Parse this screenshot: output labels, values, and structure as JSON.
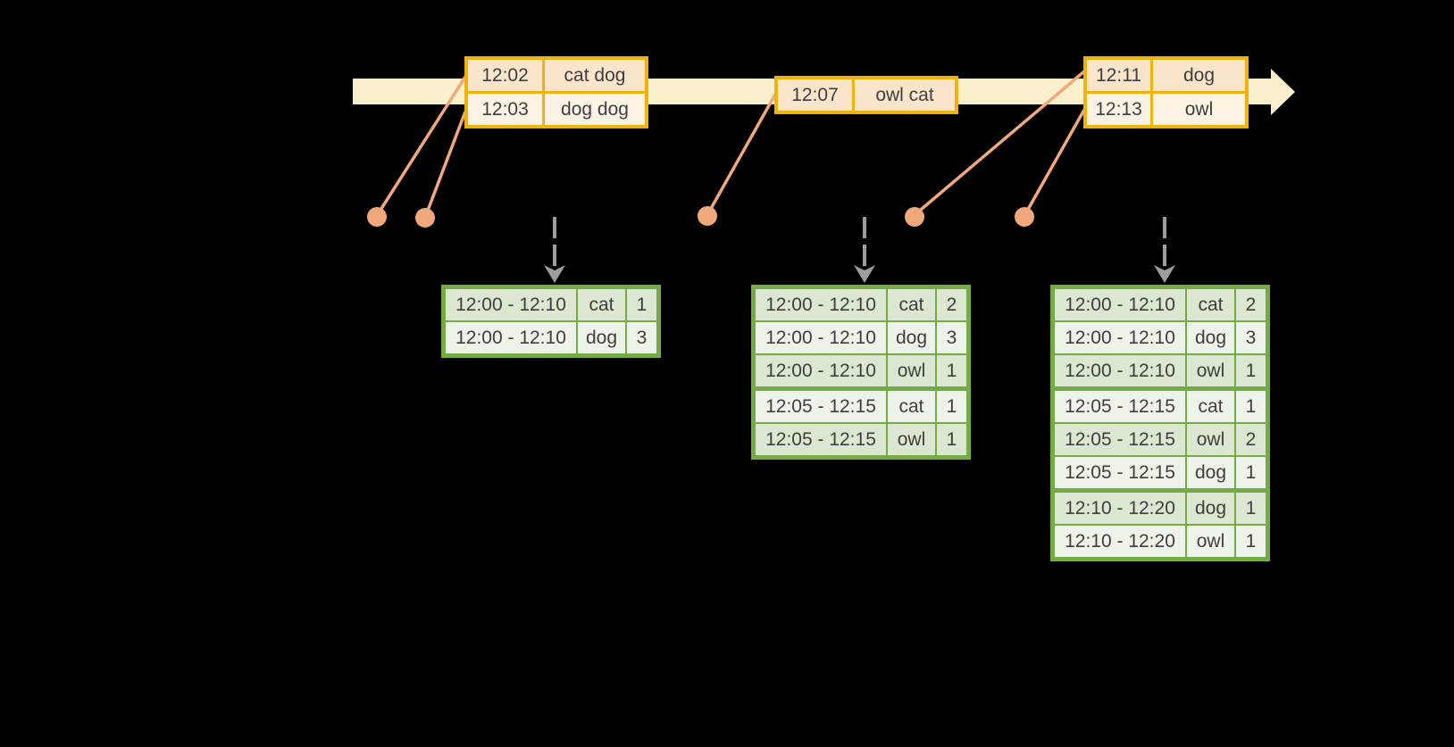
{
  "background": "#000000",
  "colors": {
    "background": "#000000",
    "timeline_band": "#fbf0ce",
    "event_border": "#f0b30e",
    "event_row_dark": "#fae5cb",
    "event_row_light": "#fdf3e4",
    "connector": "#f1a97c",
    "trigger_arrow": "#9e9e9e",
    "result_border": "#74ab44",
    "result_row_dark": "#dbe7d1",
    "result_row_light": "#eef3ea",
    "text": "#3e3e3e"
  },
  "icons": {
    "timeline_arrowhead": "right-arrow",
    "trigger_arrowhead": "down-chevron",
    "event_time_dot": "filled-circle"
  },
  "timeline_events": [
    {
      "rows": [
        {
          "time": "12:02",
          "words": "cat dog"
        },
        {
          "time": "12:03",
          "words": "dog dog"
        }
      ]
    },
    {
      "rows": [
        {
          "time": "12:07",
          "words": "owl cat"
        }
      ]
    },
    {
      "rows": [
        {
          "time": "12:11",
          "words": "dog"
        },
        {
          "time": "12:13",
          "words": "owl"
        }
      ]
    }
  ],
  "result_tables": [
    {
      "rows": [
        {
          "window": "12:00 - 12:10",
          "word": "cat",
          "count": "1"
        },
        {
          "window": "12:00 - 12:10",
          "word": "dog",
          "count": "3"
        }
      ],
      "group_breaks": []
    },
    {
      "rows": [
        {
          "window": "12:00 - 12:10",
          "word": "cat",
          "count": "2"
        },
        {
          "window": "12:00 - 12:10",
          "word": "dog",
          "count": "3"
        },
        {
          "window": "12:00 - 12:10",
          "word": "owl",
          "count": "1"
        },
        {
          "window": "12:05 - 12:15",
          "word": "cat",
          "count": "1"
        },
        {
          "window": "12:05 - 12:15",
          "word": "owl",
          "count": "1"
        }
      ],
      "group_breaks": [
        3
      ]
    },
    {
      "rows": [
        {
          "window": "12:00 - 12:10",
          "word": "cat",
          "count": "2"
        },
        {
          "window": "12:00 - 12:10",
          "word": "dog",
          "count": "3"
        },
        {
          "window": "12:00 - 12:10",
          "word": "owl",
          "count": "1"
        },
        {
          "window": "12:05 - 12:15",
          "word": "cat",
          "count": "1"
        },
        {
          "window": "12:05 - 12:15",
          "word": "owl",
          "count": "2"
        },
        {
          "window": "12:05 - 12:15",
          "word": "dog",
          "count": "1"
        },
        {
          "window": "12:10 - 12:20",
          "word": "dog",
          "count": "1"
        },
        {
          "window": "12:10 - 12:20",
          "word": "owl",
          "count": "1"
        }
      ],
      "group_breaks": [
        3,
        6
      ]
    }
  ]
}
